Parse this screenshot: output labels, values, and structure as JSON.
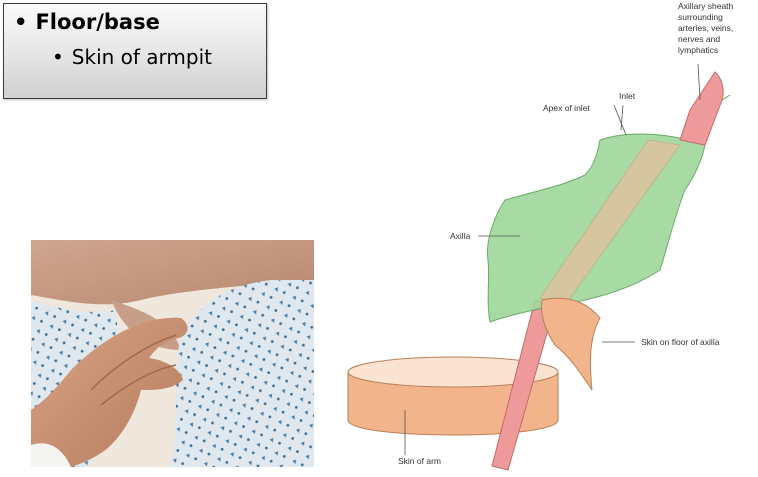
{
  "slide": {
    "bullet_main": "Floor/base",
    "bullet_sub": "Skin of armpit"
  },
  "diagram": {
    "labels": {
      "axillary_sheath": [
        "Axillary sheath",
        "surrounding",
        "arteries, veins,",
        "nerves and",
        "lymphatics"
      ],
      "inlet": "Inlet",
      "apex_of_inlet": "Apex of inlet",
      "axilla": "Axilla",
      "skin_on_floor": "Skin on floor of axilla",
      "skin_of_arm": "Skin of arm"
    }
  },
  "colors": {
    "axilla_green": "#9fd89a",
    "sheath_pink": "#ef9a9a",
    "skin_orange": "#f2b48a",
    "gown_blue": "#c9dbe8"
  }
}
